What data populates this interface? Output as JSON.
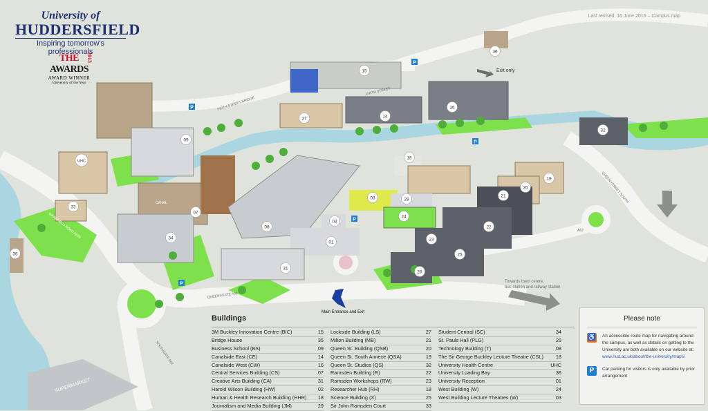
{
  "brand": {
    "line1": "University of",
    "line2": "HUDDERSFIELD",
    "tagline": "Inspiring tomorrow's professionals",
    "award_year": "2013",
    "award_title_a": "THE",
    "award_title_b": "AWARDS",
    "award_line": "AWARD WINNER",
    "award_sub": "University of the Year"
  },
  "revised": "Last revised: 16 June 2015 – Campus map",
  "map_labels": {
    "exit_only": "Exit only",
    "main_entrance": "Main Entrance and Exit",
    "towards_town": "Towards town centre,",
    "towards_town2": "bus station and railway station",
    "supermarket": "SUPERMARKET",
    "wakefield_road": "WAKEFIELD ROAD A629",
    "queensgate": "QUEENSGATE A62",
    "southgate": "SOUTHGATE A62",
    "firth_street": "FIRTH STREET",
    "firth_street_bridge": "FIRTH STREET BRIDGE",
    "queen_street_south": "QUEEN STREET SOUTH",
    "canal": "CANAL",
    "a62": "A62"
  },
  "markers": [
    {
      "num": "15"
    },
    {
      "num": "36"
    },
    {
      "num": "16"
    },
    {
      "num": "14"
    },
    {
      "num": "27"
    },
    {
      "num": "32"
    },
    {
      "num": "09"
    },
    {
      "num": "UHC"
    },
    {
      "num": "18"
    },
    {
      "num": "19"
    },
    {
      "num": "20"
    },
    {
      "num": "21"
    },
    {
      "num": "22"
    },
    {
      "num": "33"
    },
    {
      "num": "07"
    },
    {
      "num": "08"
    },
    {
      "num": "03"
    },
    {
      "num": "29"
    },
    {
      "num": "24"
    },
    {
      "num": "02"
    },
    {
      "num": "01"
    },
    {
      "num": "23"
    },
    {
      "num": "25"
    },
    {
      "num": "26"
    },
    {
      "num": "34"
    },
    {
      "num": "31"
    },
    {
      "num": "35"
    }
  ],
  "legend": {
    "title": "Buildings",
    "col1": [
      {
        "name": "3M Buckley Innovation Centre (BIC)",
        "num": "15"
      },
      {
        "name": "Bridge House",
        "num": "35"
      },
      {
        "name": "Business School (BS)",
        "num": "09"
      },
      {
        "name": "Canalside East (CE)",
        "num": "14"
      },
      {
        "name": "Canalside West (CW)",
        "num": "16"
      },
      {
        "name": "Central Services Building (CS)",
        "num": "07"
      },
      {
        "name": "Creative Arts Building (CA)",
        "num": "31"
      },
      {
        "name": "Harold Wilson Building (HW)",
        "num": "02"
      },
      {
        "name": "Human & Health Research Building (HHR)",
        "num": "18"
      },
      {
        "name": "Journalism and Media Building (JM)",
        "num": "29"
      }
    ],
    "col2": [
      {
        "name": "Lockside Building (LS)",
        "num": "27"
      },
      {
        "name": "Milton Building (MB)",
        "num": "21"
      },
      {
        "name": "Queen St. Building (QSB)",
        "num": "20"
      },
      {
        "name": "Queen St. South Annexe (QSA)",
        "num": "19"
      },
      {
        "name": "Queen St. Studios (QS)",
        "num": "32"
      },
      {
        "name": "Ramsden Building (R)",
        "num": "22"
      },
      {
        "name": "Ramsden Workshops (RW)",
        "num": "23"
      },
      {
        "name": "Researcher Hub (RH)",
        "num": "18"
      },
      {
        "name": "Science Building (X)",
        "num": "25"
      },
      {
        "name": "Sir John Ramsden Court",
        "num": "33"
      }
    ],
    "col3": [
      {
        "name": "Student Central (SC)",
        "num": "34"
      },
      {
        "name": "St. Pauls Hall (PLG)",
        "num": "26"
      },
      {
        "name": "Technology Building (T)",
        "num": "08"
      },
      {
        "name": "The Sir George Buckley Lecture Theatre (CSL)",
        "num": "18"
      },
      {
        "name": "University Health Centre",
        "num": "UHC"
      },
      {
        "name": "University Loading Bay",
        "num": "36"
      },
      {
        "name": "University Reception",
        "num": "01"
      },
      {
        "name": "West Building (W)",
        "num": "24"
      },
      {
        "name": "West Building Lecture Theatres (W)",
        "num": "03"
      }
    ]
  },
  "note": {
    "title": "Please note",
    "access_text": "An accessible route map for navigating around the campus, as well as details on getting to the University are both available on our website at:",
    "access_link": "www.hud.ac.uk/about/the-university/maps/",
    "parking_text": "Car parking for visitors is only available by prior arrangement",
    "parking_symbol": "P"
  },
  "colors": {
    "background": "#dfe3dc",
    "green": "#7ee04a",
    "water": "#a9d6e0",
    "road": "#f4f5f2",
    "marker": "#ffffff",
    "parking": "#1f7fd1",
    "arrow": "#1a3fa0"
  }
}
